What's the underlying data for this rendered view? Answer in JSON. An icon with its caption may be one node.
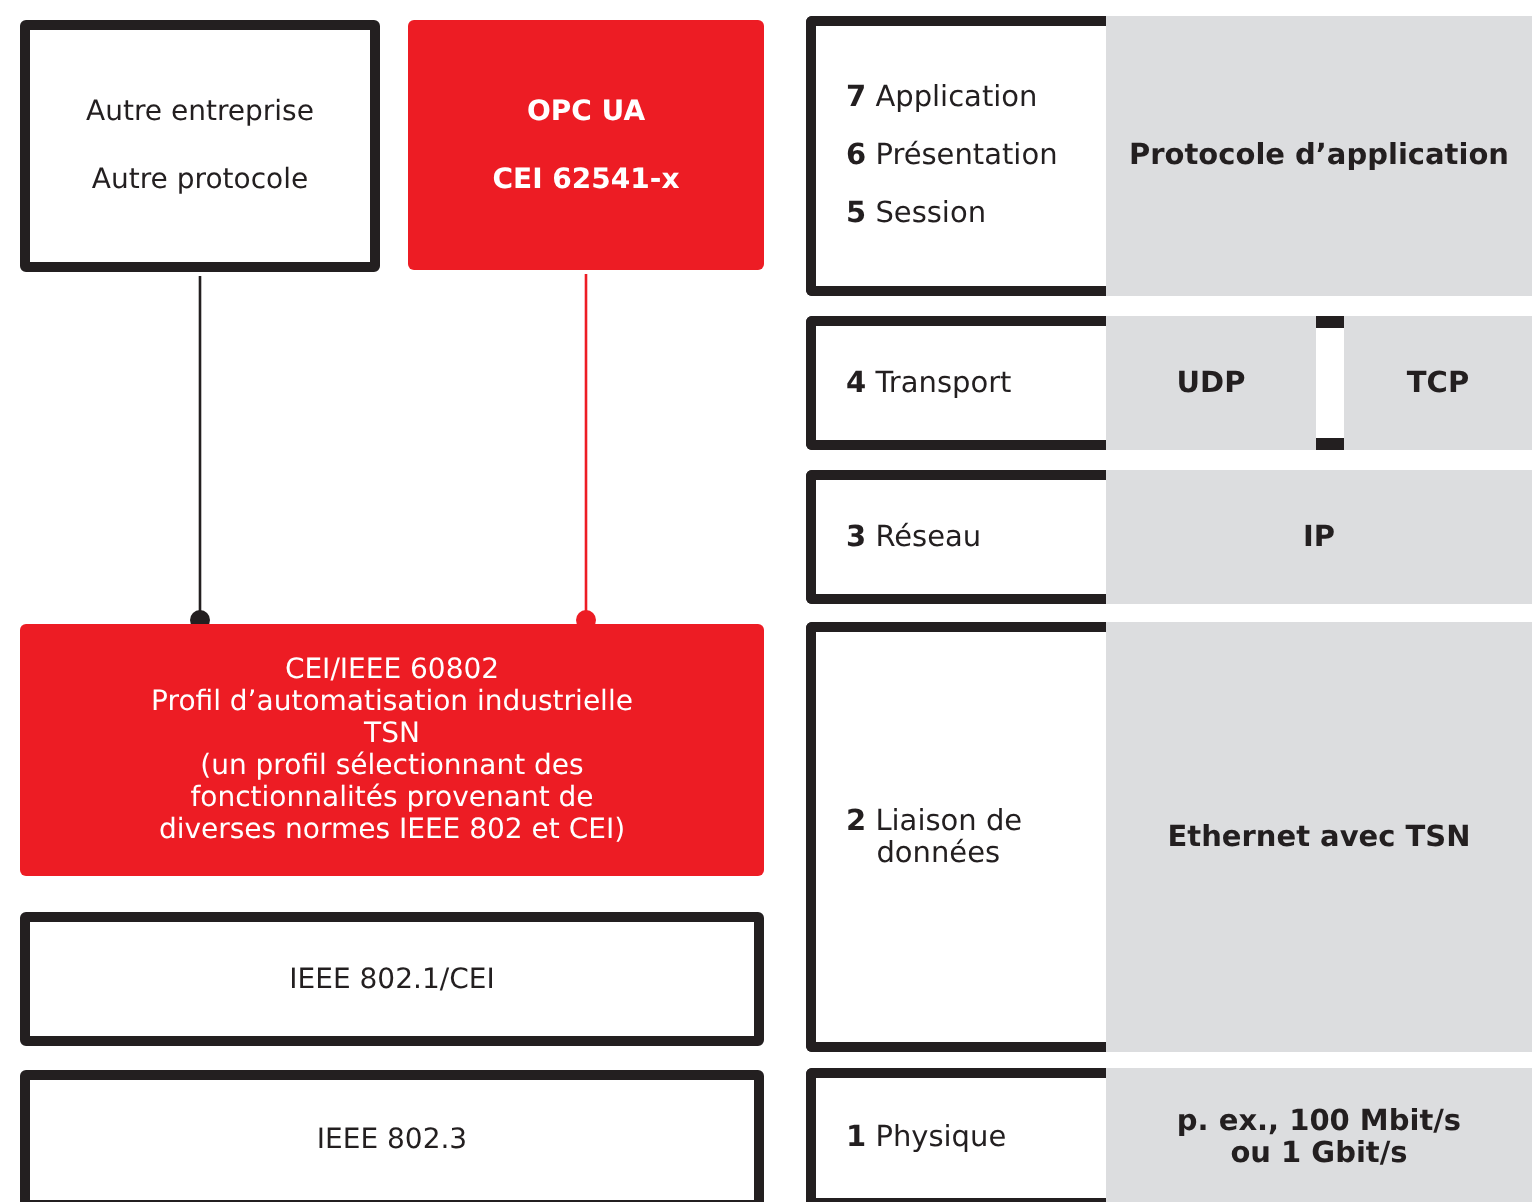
{
  "diagram": {
    "nodes": [
      {
        "text": [
          "Autre entreprise",
          "Autre protocole"
        ]
      },
      {
        "text": [
          "OPC UA",
          "CEI 62541-x"
        ]
      },
      {
        "text": [
          "CEI/IEEE 60802",
          "Profil d’automatisation industrielle TSN",
          "(un profil sélectionnant des fonctionnalités provenant de diverses normes IEEE 802 et CEI)"
        ]
      },
      {
        "text": [
          "IEEE 802.1/CEI"
        ]
      },
      {
        "text": [
          "IEEE 802.3"
        ]
      },
      {
        "text": [
          "**7** Application",
          "**6** Présentation",
          "**5** Session"
        ]
      },
      {
        "text": [
          "Protocole d’application"
        ]
      },
      {
        "text": [
          "**4** Transport"
        ]
      },
      {
        "text": [
          "UDP"
        ]
      },
      {
        "text": [
          "TCP"
        ]
      },
      {
        "text": [
          "**3** Réseau"
        ]
      },
      {
        "text": [
          "IP"
        ]
      },
      {
        "text": [
          "**2** Liaison de données"
        ]
      },
      {
        "text": [
          "Ethernet avec TSN"
        ]
      },
      {
        "text": [
          "**1** Physique"
        ]
      },
      {
        "text": [
          "p. ex., 100 Mbit/s ou 1 Gbit/s"
        ]
      }
    ],
    "edges": [
      {
        "from": 0,
        "to": 2,
        "arrow": "other"
      },
      {
        "from": 1,
        "to": 2,
        "arrow": "other",
        "color": "#ed1c24"
      }
    ]
  }
}
